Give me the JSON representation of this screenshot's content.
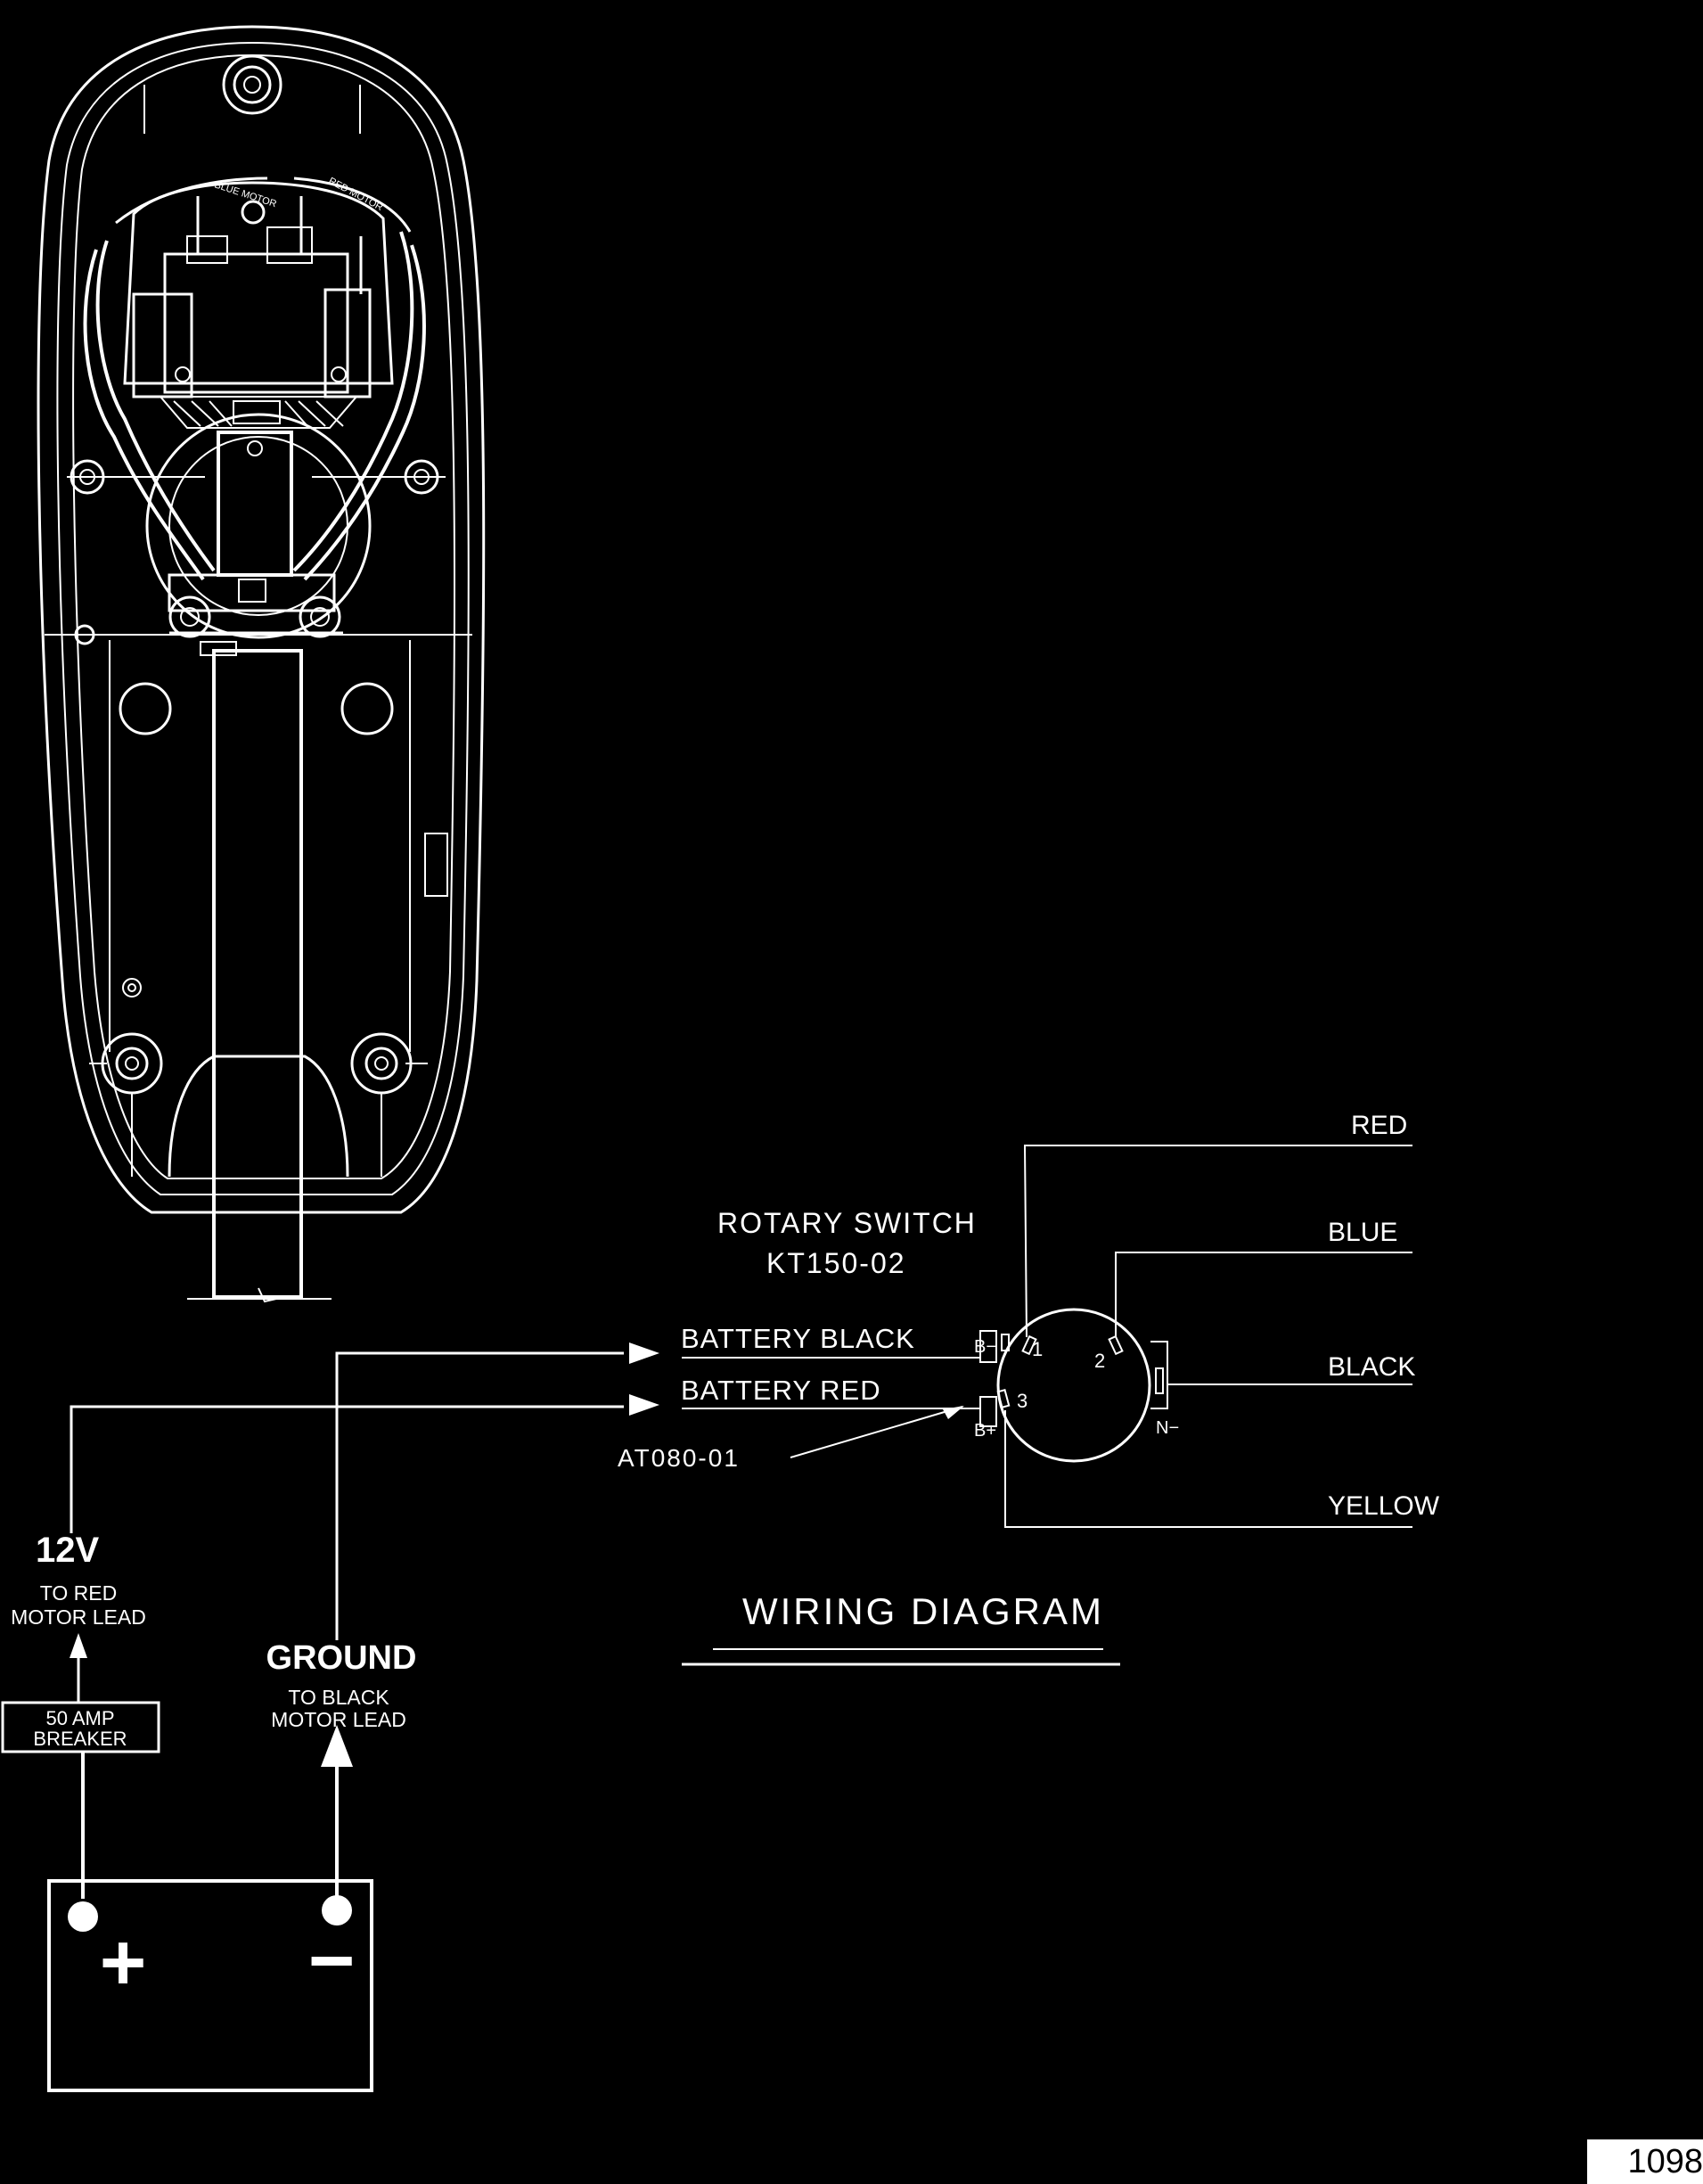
{
  "diagram": {
    "title": "WIRING DIAGRAM",
    "switch_name": "ROTARY SWITCH",
    "switch_part": "KT150-02",
    "connector_part": "AT080-01",
    "wire_labels": {
      "red": "RED",
      "blue": "BLUE",
      "black": "BLACK",
      "yellow": "YELLOW",
      "battery_black": "BATTERY BLACK",
      "battery_red": "BATTERY RED"
    },
    "terminal_labels": {
      "t1": "1",
      "t2": "2",
      "t3": "3",
      "b_minus": "B−",
      "b_plus": "B+",
      "n_minus": "N−"
    },
    "motor_labels": {
      "blue_motor": "BLUE MOTOR",
      "red_motor": "RED MOTOR"
    },
    "power": {
      "voltage": "12V",
      "voltage_note_1": "TO RED",
      "voltage_note_2": "MOTOR LEAD",
      "breaker_1": "50 AMP",
      "breaker_2": "BREAKER",
      "ground": "GROUND",
      "ground_note_1": "TO BLACK",
      "ground_note_2": "MOTOR LEAD",
      "plus": "+",
      "minus": "−"
    },
    "page_number": "1098"
  },
  "colors": {
    "background": "#000000",
    "line": "#ffffff"
  }
}
